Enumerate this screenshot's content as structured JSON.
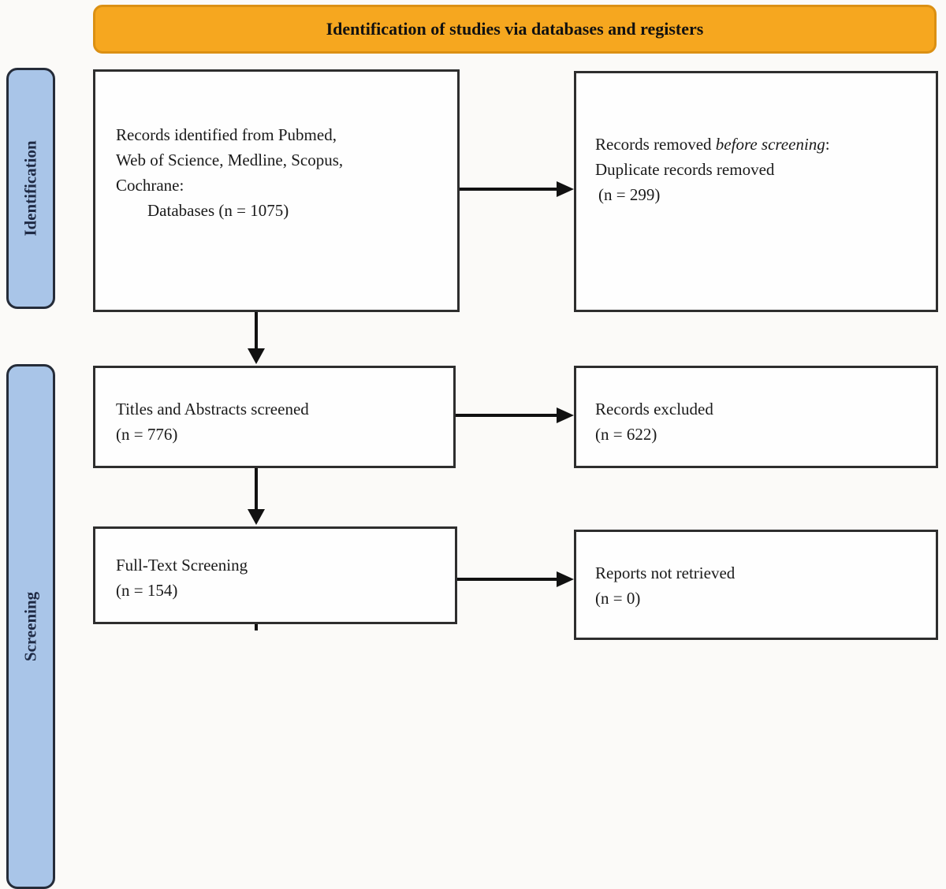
{
  "palette": {
    "background": "#FBFAF8",
    "banner_fill": "#F6A71F",
    "banner_border": "#DB9013",
    "stage_fill": "#A9C5E8",
    "stage_border": "#252C39",
    "box_border": "#2E2E2E",
    "arrow_color": "#111111",
    "text_color": "#1A1A1A"
  },
  "banner": {
    "title": "Identification of studies via databases and registers"
  },
  "stages": [
    {
      "label": "Identification"
    },
    {
      "label": "Screening"
    }
  ],
  "boxes": {
    "records_identified": {
      "line1": "Records identified from Pubmed,",
      "line2": "Web of Science, Medline, Scopus,",
      "line3": "Cochrane:",
      "line4": "Databases (n = 1075)"
    },
    "records_removed": {
      "line1_prefix": "Records removed ",
      "line1_italic": "before screening",
      "line1_suffix": ":",
      "line2": "Duplicate records removed",
      "line3": "(n = 299)"
    },
    "titles_screened": {
      "line1": "Titles and Abstracts screened",
      "line2": "(n = 776)"
    },
    "records_excluded": {
      "line1": "Records excluded",
      "line2": "(n = 622)"
    },
    "fulltext_screening": {
      "line1": "Full-Text Screening",
      "line2": "(n = 154)"
    },
    "reports_not_retrieved": {
      "line1": "Reports not retrieved",
      "line2": "(n = 0)"
    }
  }
}
